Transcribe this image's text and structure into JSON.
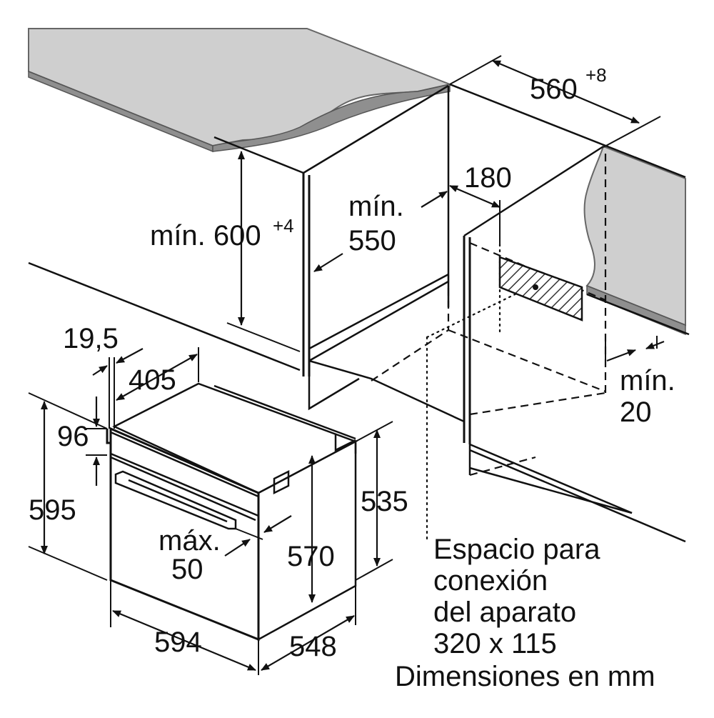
{
  "diagram": {
    "dimensions": {
      "cabinet_width": "560",
      "cabinet_width_tol": "+8",
      "cabinet_height_prefix": "mín. 600",
      "cabinet_height_tol": "+4",
      "depth_min_line1": "mín.",
      "depth_min_line2": "550",
      "recess_width": "180",
      "gap_min_line1": "mín.",
      "gap_min_line2": "20",
      "offset_19_5": "19,5",
      "depth_405": "405",
      "height_96": "96",
      "height_595": "595",
      "height_535": "535",
      "depth_max_line1": "máx.",
      "depth_max_line2": "50",
      "height_570": "570",
      "width_594": "594",
      "depth_548": "548"
    },
    "note": {
      "line1": "Espacio para",
      "line2": "conexión",
      "line3": "del aparato",
      "line4": "320 x 115"
    },
    "units_caption": "Dimensiones en mm",
    "colors": {
      "countertop": "#c9c9c9",
      "countertop_edge": "#8e8e8e",
      "hatch": "#333333",
      "line": "#111111"
    }
  }
}
